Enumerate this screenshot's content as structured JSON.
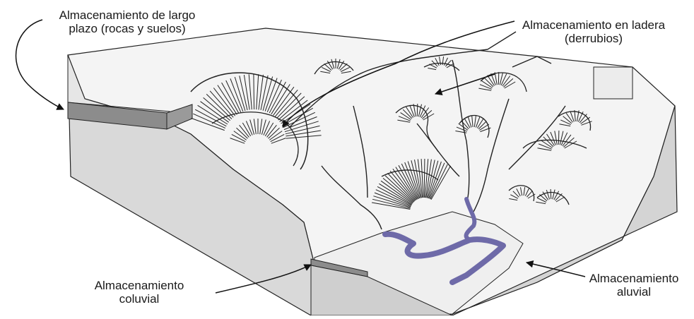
{
  "labels": {
    "long_term": {
      "line1": "Almacenamiento de largo",
      "line2": "plazo (rocas y suelos)"
    },
    "hillslope": {
      "line1": "Almacenamiento en ladera",
      "line2": "(derrubios)"
    },
    "colluvial": {
      "line1": "Almacenamiento",
      "line2": "coluvial"
    },
    "alluvial": {
      "line1": "Almacenamiento",
      "line2": "aluvial"
    }
  },
  "colors": {
    "block_front": "#d9d9d9",
    "block_side": "#c8c8c8",
    "surface": "#f4f4f4",
    "rock_layer": "#8c8c8c",
    "river": "#6e6aa8",
    "line": "#222222"
  }
}
